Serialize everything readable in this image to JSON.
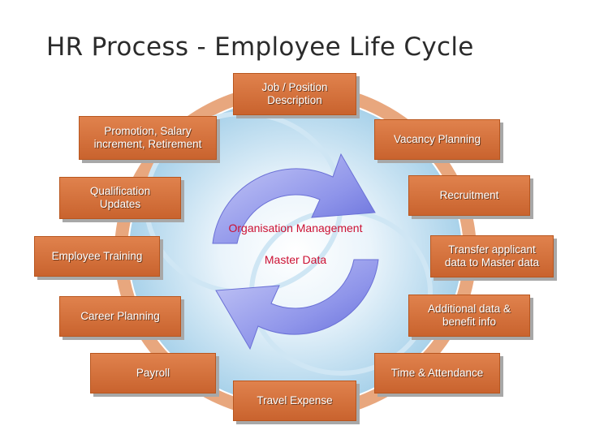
{
  "title": "HR Process - Employee Life Cycle",
  "center": {
    "line1": "Organisation Management",
    "line2": "Master Data"
  },
  "steps": {
    "job_position": [
      "Job / Position",
      "Description"
    ],
    "vacancy_planning": [
      "Vacancy Planning"
    ],
    "recruitment": [
      "Recruitment"
    ],
    "transfer_applicant": [
      "Transfer applicant",
      "data  to Master data"
    ],
    "additional_data": [
      "Additional data &",
      "benefit info"
    ],
    "time_attendance": [
      "Time & Attendance"
    ],
    "travel_expense": [
      "Travel Expense"
    ],
    "payroll": [
      "Payroll"
    ],
    "career_planning": [
      "Career Planning"
    ],
    "employee_training": [
      "Employee Training"
    ],
    "qualification_updates": [
      "Qualification",
      "Updates"
    ],
    "promotion": [
      "Promotion, Salary",
      "increment, Retirement"
    ]
  },
  "colors": {
    "box": "#d26f3a",
    "ring": "#e8a77e",
    "arrow": "#7f86e6",
    "center_text": "#cc1133"
  }
}
